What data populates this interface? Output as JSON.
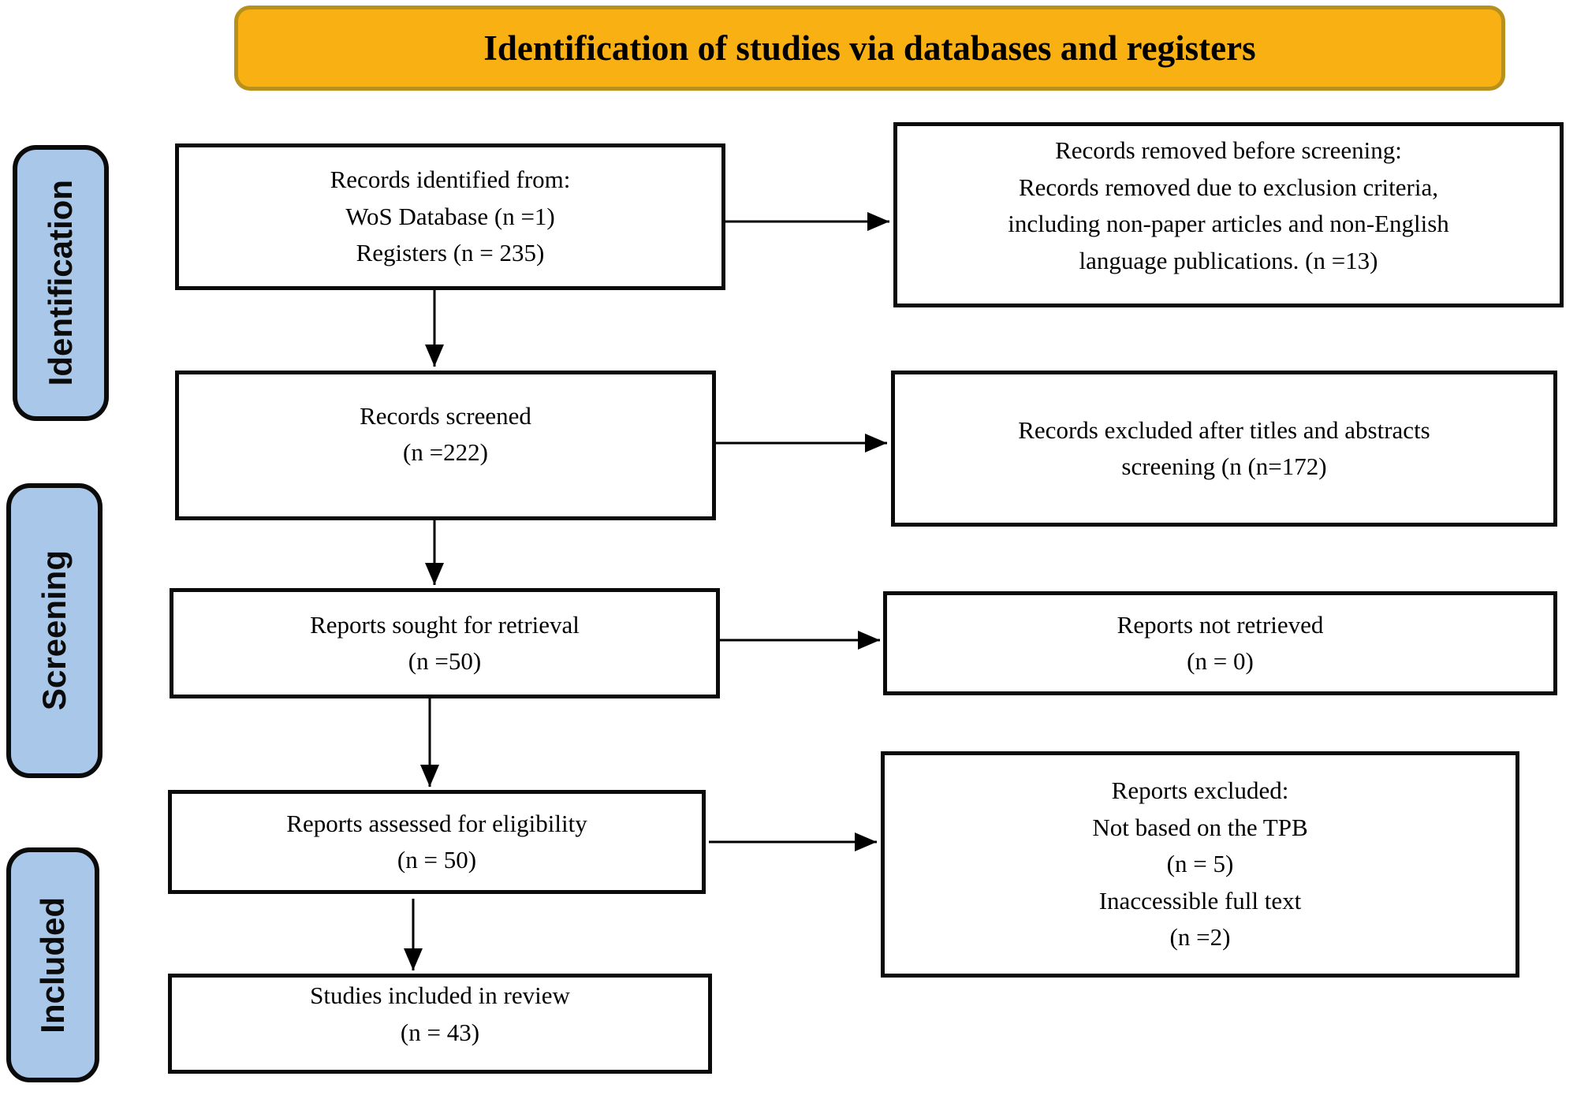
{
  "title": {
    "label": "Identification of studies via databases and registers",
    "bg_color": "#F9B013",
    "border_color": "#B8901C"
  },
  "sidebar": {
    "fill_color": "#A9C7E8",
    "stages": [
      {
        "id": "identification",
        "label": "Identification"
      },
      {
        "id": "screening",
        "label": "Screening"
      },
      {
        "id": "included",
        "label": "Included"
      }
    ]
  },
  "boxes": {
    "records_identified": {
      "text": "Records identified from:\nWoS Database (n =1)\nRegisters (n = 235)"
    },
    "records_removed": {
      "text": "Records removed before screening:\nRecords removed due to exclusion criteria,\nincluding non-paper articles and non-English\nlanguage publications. (n =13)"
    },
    "records_screened": {
      "text": "Records screened\n(n =222)"
    },
    "records_excluded": {
      "text": "Records excluded after titles and abstracts\nscreening (n (n=172)"
    },
    "reports_sought": {
      "text": "Reports sought for retrieval\n(n =50)"
    },
    "reports_not_retrieved": {
      "text": "Reports not retrieved\n(n = 0)"
    },
    "reports_assessed": {
      "text": "Reports assessed for eligibility\n(n = 50)"
    },
    "reports_excluded": {
      "text": "Reports excluded:\nNot based on the TPB\n(n = 5)\nInaccessible full text\n(n =2)"
    },
    "studies_included": {
      "text": "Studies included in review\n(n = 43)"
    }
  },
  "arrows": [
    {
      "id": "identified-to-removed",
      "direction": "right"
    },
    {
      "id": "identified-to-screened",
      "direction": "down"
    },
    {
      "id": "screened-to-excluded",
      "direction": "right"
    },
    {
      "id": "screened-to-sought",
      "direction": "down"
    },
    {
      "id": "sought-to-not-retrieved",
      "direction": "right"
    },
    {
      "id": "sought-to-assessed",
      "direction": "down"
    },
    {
      "id": "assessed-to-excluded",
      "direction": "right"
    },
    {
      "id": "assessed-to-included",
      "direction": "down"
    }
  ]
}
